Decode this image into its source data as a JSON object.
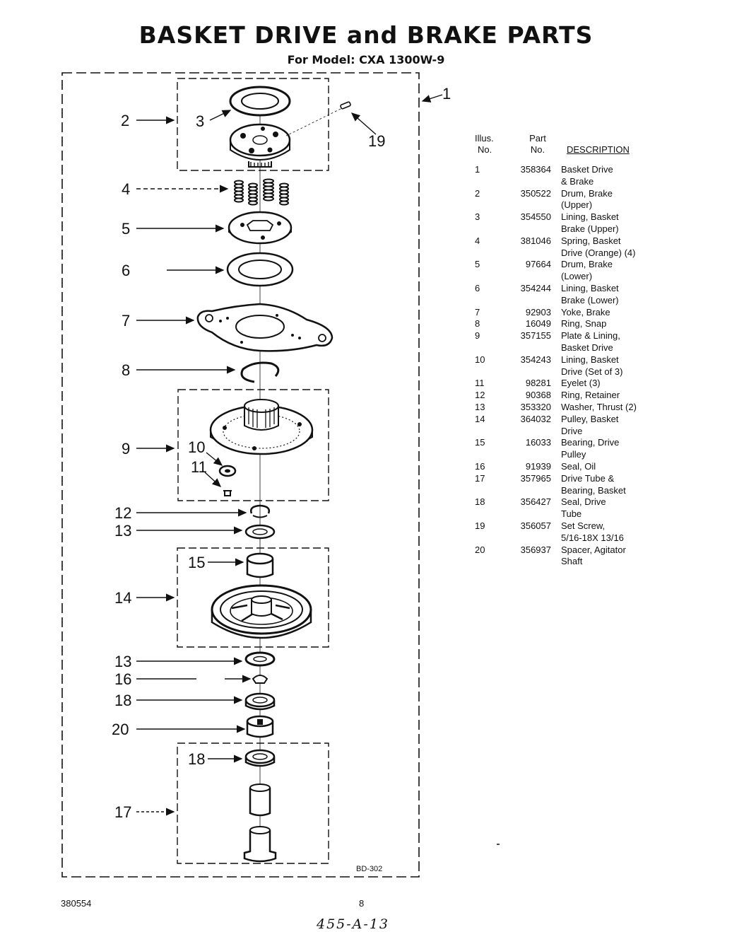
{
  "header": {
    "title": "BASKET DRIVE and BRAKE PARTS",
    "subtitle": "For Model: CXA 1300W-9"
  },
  "diagram": {
    "callouts": [
      "1",
      "2",
      "3",
      "19",
      "4",
      "5",
      "6",
      "7",
      "8",
      "9",
      "10",
      "11",
      "12",
      "13",
      "15",
      "14",
      "13",
      "16",
      "18",
      "20",
      "18",
      "17"
    ],
    "drawing_code": "BD-302"
  },
  "parts_list": {
    "headers": {
      "illus": [
        "Illus.",
        "No."
      ],
      "part": [
        "Part",
        "No."
      ],
      "description": "DESCRIPTION"
    },
    "rows": [
      {
        "illus": "1",
        "part": "358364",
        "desc": [
          "Basket Drive",
          "& Brake"
        ]
      },
      {
        "illus": "2",
        "part": "350522",
        "desc": [
          "Drum, Brake",
          "(Upper)"
        ]
      },
      {
        "illus": "3",
        "part": "354550",
        "desc": [
          "Lining, Basket",
          "Brake (Upper)"
        ]
      },
      {
        "illus": "4",
        "part": "381046",
        "desc": [
          "Spring, Basket",
          "Drive (Orange) (4)"
        ]
      },
      {
        "illus": "5",
        "part": "97664",
        "desc": [
          "Drum, Brake",
          "(Lower)"
        ]
      },
      {
        "illus": "6",
        "part": "354244",
        "desc": [
          "Lining, Basket",
          "Brake (Lower)"
        ]
      },
      {
        "illus": "7",
        "part": "92903",
        "desc": [
          "Yoke, Brake"
        ]
      },
      {
        "illus": "8",
        "part": "16049",
        "desc": [
          "Ring, Snap"
        ]
      },
      {
        "illus": "9",
        "part": "357155",
        "desc": [
          "Plate & Lining,",
          "Basket Drive"
        ]
      },
      {
        "illus": "10",
        "part": "354243",
        "desc": [
          "Lining, Basket",
          "Drive (Set of 3)"
        ]
      },
      {
        "illus": "11",
        "part": "98281",
        "desc": [
          "Eyelet (3)"
        ]
      },
      {
        "illus": "12",
        "part": "90368",
        "desc": [
          "Ring, Retainer"
        ]
      },
      {
        "illus": "13",
        "part": "353320",
        "desc": [
          "Washer, Thrust (2)"
        ]
      },
      {
        "illus": "14",
        "part": "364032",
        "desc": [
          "Pulley, Basket",
          "Drive"
        ]
      },
      {
        "illus": "15",
        "part": "16033",
        "desc": [
          "Bearing, Drive",
          "Pulley"
        ]
      },
      {
        "illus": "16",
        "part": "91939",
        "desc": [
          "Seal, Oil"
        ]
      },
      {
        "illus": "17",
        "part": "357965",
        "desc": [
          "Drive Tube &",
          "Bearing, Basket"
        ]
      },
      {
        "illus": "18",
        "part": "356427",
        "desc": [
          "Seal, Drive",
          "Tube"
        ]
      },
      {
        "illus": "19",
        "part": "356057",
        "desc": [
          "Set Screw,",
          "5/16-18X 13/16"
        ]
      },
      {
        "illus": "20",
        "part": "356937",
        "desc": [
          "Spacer, Agitator",
          "Shaft"
        ]
      }
    ]
  },
  "footer": {
    "doc_number": "380554",
    "page": "8",
    "handwritten": "455-A-13"
  }
}
